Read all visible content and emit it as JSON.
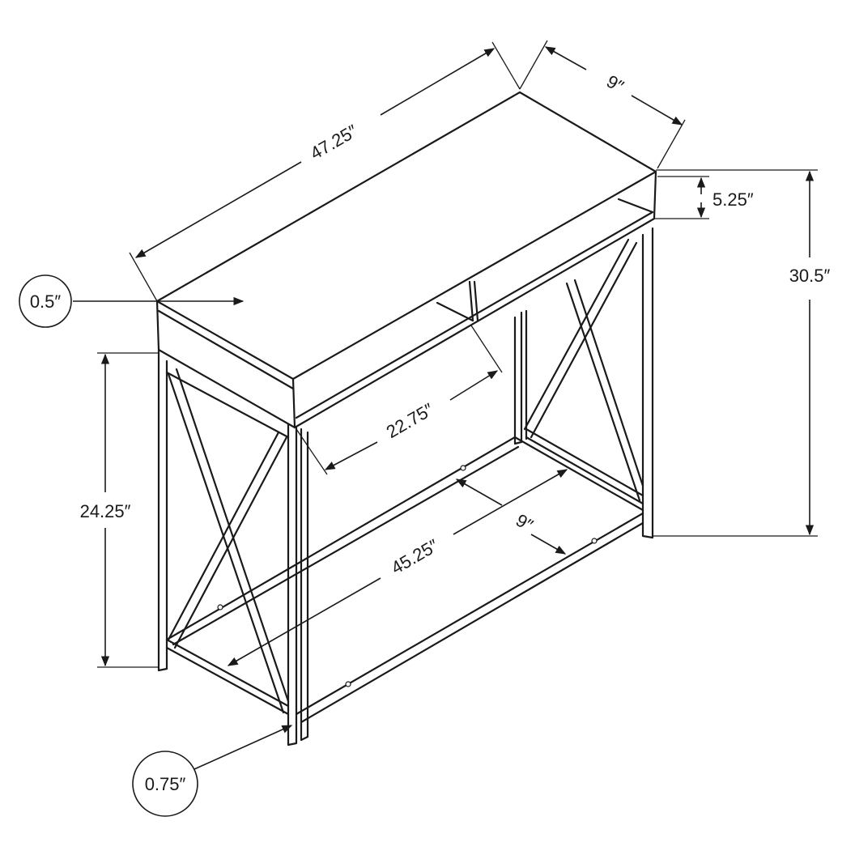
{
  "dimensions": {
    "top_width": "47.25″",
    "top_depth": "9″",
    "shelf_opening": "5.25″",
    "overall_height": "30.5″",
    "top_thickness": "0.5″",
    "leg_height": "24.25″",
    "inner_width": "22.75″",
    "shelf_depth": "9″",
    "bottom_width": "45.25″",
    "leg_thickness": "0.75″"
  }
}
